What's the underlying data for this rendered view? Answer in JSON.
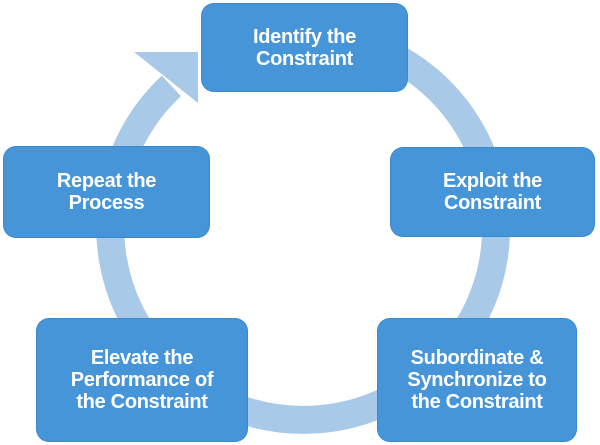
{
  "colors": {
    "background": "#ffffff",
    "box_fill": "#4795D9",
    "box_edge": "#2e7cc0",
    "ring": "#A9C9E9",
    "text_color": "#ffffff"
  },
  "steps": [
    {
      "name": "identify",
      "lines": [
        "Identify the",
        "Constraint"
      ]
    },
    {
      "name": "exploit",
      "lines": [
        "Exploit the",
        "Constraint"
      ]
    },
    {
      "name": "subordinate",
      "lines": [
        "Subordinate &",
        "Synchronize to",
        "the Constraint"
      ]
    },
    {
      "name": "elevate",
      "lines": [
        "Elevate the",
        "Performance of",
        "the Constraint"
      ]
    },
    {
      "name": "repeat",
      "lines": [
        "Repeat the",
        "Process"
      ]
    }
  ]
}
